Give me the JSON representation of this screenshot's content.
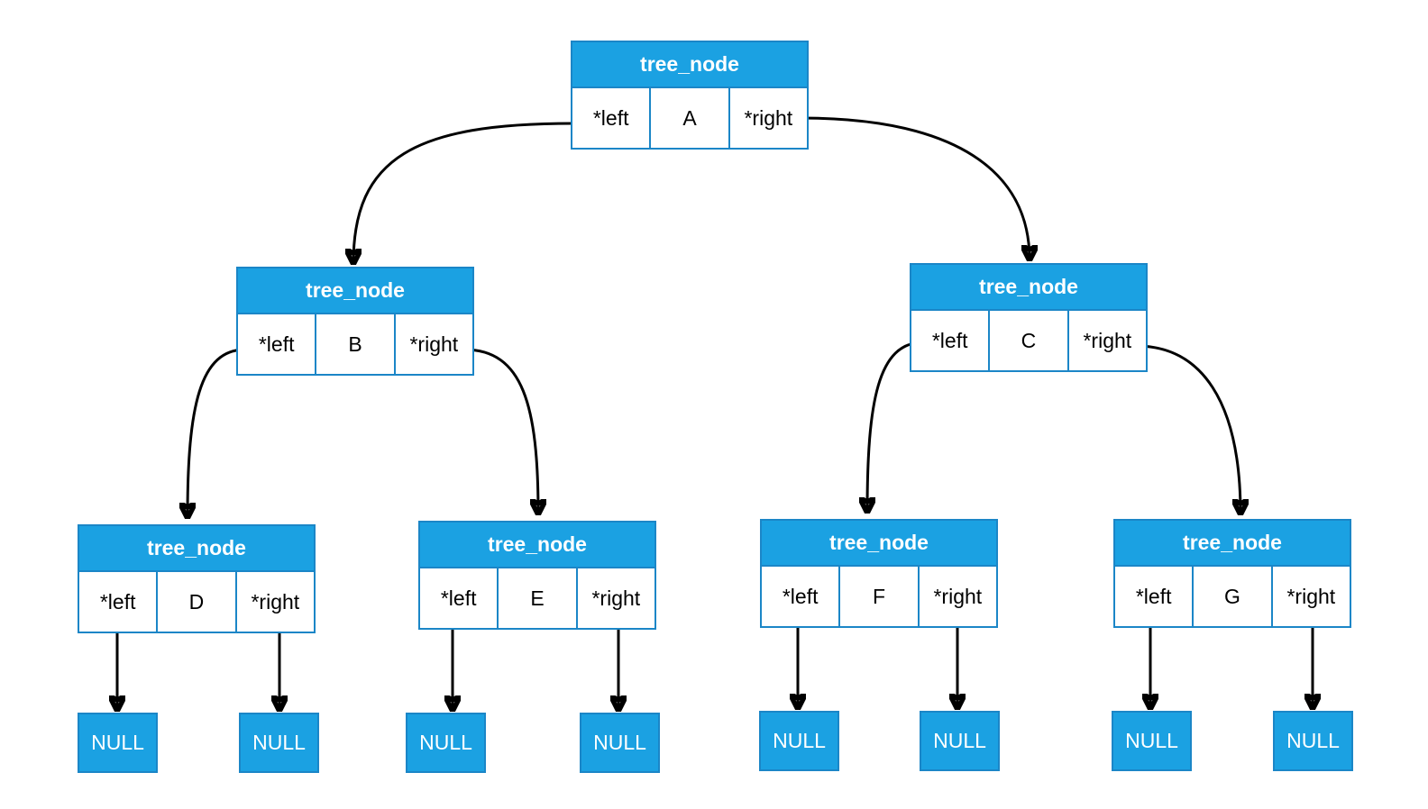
{
  "node_header": "tree_node",
  "left_label": "*left",
  "right_label": "*right",
  "null_label": "NULL",
  "nodes": {
    "A": {
      "value": "A"
    },
    "B": {
      "value": "B"
    },
    "C": {
      "value": "C"
    },
    "D": {
      "value": "D"
    },
    "E": {
      "value": "E"
    },
    "F": {
      "value": "F"
    },
    "G": {
      "value": "G"
    }
  },
  "edges": [
    {
      "from": "A",
      "pointer": "left",
      "to": "B"
    },
    {
      "from": "A",
      "pointer": "right",
      "to": "C"
    },
    {
      "from": "B",
      "pointer": "left",
      "to": "D"
    },
    {
      "from": "B",
      "pointer": "right",
      "to": "E"
    },
    {
      "from": "C",
      "pointer": "left",
      "to": "F"
    },
    {
      "from": "C",
      "pointer": "right",
      "to": "G"
    },
    {
      "from": "D",
      "pointer": "left",
      "to": "NULL"
    },
    {
      "from": "D",
      "pointer": "right",
      "to": "NULL"
    },
    {
      "from": "E",
      "pointer": "left",
      "to": "NULL"
    },
    {
      "from": "E",
      "pointer": "right",
      "to": "NULL"
    },
    {
      "from": "F",
      "pointer": "left",
      "to": "NULL"
    },
    {
      "from": "F",
      "pointer": "right",
      "to": "NULL"
    },
    {
      "from": "G",
      "pointer": "left",
      "to": "NULL"
    },
    {
      "from": "G",
      "pointer": "right",
      "to": "NULL"
    }
  ],
  "colors": {
    "node_fill": "#1ba1e2",
    "node_border": "#1b86c7",
    "edge": "#000000"
  }
}
